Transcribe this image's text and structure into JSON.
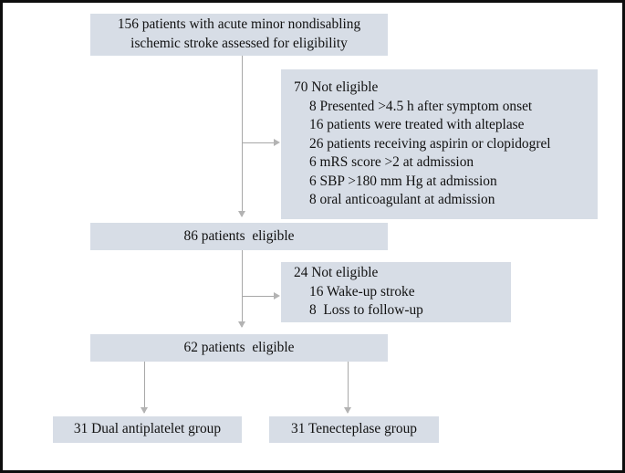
{
  "diagram": {
    "title": "CONSORT-style patient enrollment flow diagram",
    "colors": {
      "box_fill": "#d7dde6",
      "connector": "#a8a8a8",
      "frame_border": "#0d0d0d",
      "text": "#111111"
    },
    "nodes": {
      "assessed": {
        "line1": "156 patients with acute minor nondisabling",
        "line2": "ischemic stroke assessed for eligibility"
      },
      "not_eligible_1": {
        "heading": "70 Not eligible",
        "reasons": [
          "8 Presented >4.5 h after symptom onset",
          "16 patients were treated with alteplase",
          "26 patients receiving aspirin or clopidogrel",
          "6 mRS score >2 at admission",
          "6 SBP >180 mm Hg at admission",
          "8 oral anticoagulant at admission"
        ]
      },
      "eligible_86": {
        "label": "86 patients  eligible"
      },
      "not_eligible_2": {
        "heading": "24 Not eligible",
        "reasons": [
          "16 Wake-up stroke",
          "8  Loss to follow-up"
        ]
      },
      "eligible_62": {
        "label": "62 patients  eligible"
      },
      "group_dapt": {
        "label": "31 Dual antiplatelet group"
      },
      "group_tnk": {
        "label": "31 Tenecteplase group"
      }
    }
  }
}
